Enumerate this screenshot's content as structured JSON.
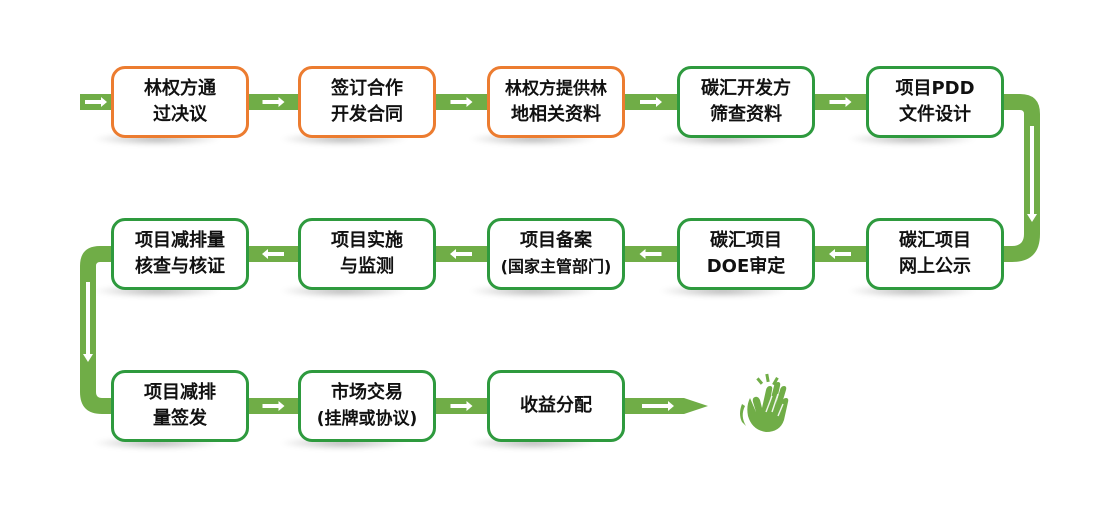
{
  "diagram": {
    "colors": {
      "connector": "#70ad47",
      "arrow": "#ffffff",
      "border_green": "#2e9a3e",
      "border_orange": "#ec7c30",
      "text": "#111111"
    },
    "steps": [
      {
        "id": 1,
        "lines": [
          "林权方通",
          "过决议"
        ],
        "border": "orange"
      },
      {
        "id": 2,
        "lines": [
          "签订合作",
          "开发合同"
        ],
        "border": "orange"
      },
      {
        "id": 3,
        "lines": [
          "林权方提供林",
          "地相关资料"
        ],
        "border": "orange"
      },
      {
        "id": 4,
        "lines": [
          "碳汇开发方",
          "筛查资料"
        ],
        "border": "green"
      },
      {
        "id": 5,
        "lines": [
          "项目PDD",
          "文件设计"
        ],
        "border": "green"
      },
      {
        "id": 6,
        "lines": [
          "碳汇项目",
          "网上公示"
        ],
        "border": "green"
      },
      {
        "id": 7,
        "lines": [
          "碳汇项目",
          "DOE审定"
        ],
        "border": "green"
      },
      {
        "id": 8,
        "lines": [
          "项目备案",
          "(国家主管部门)"
        ],
        "border": "green"
      },
      {
        "id": 9,
        "lines": [
          "项目实施",
          "与监测"
        ],
        "border": "green"
      },
      {
        "id": 10,
        "lines": [
          "项目减排量",
          "核查与核证"
        ],
        "border": "green"
      },
      {
        "id": 11,
        "lines": [
          "项目减排",
          "量签发"
        ],
        "border": "green"
      },
      {
        "id": 12,
        "lines": [
          "市场交易",
          "(挂牌或协议)"
        ],
        "border": "green"
      },
      {
        "id": 13,
        "lines": [
          "收益分配"
        ],
        "border": "green"
      }
    ],
    "end_icon": "clapping-hands-icon"
  }
}
